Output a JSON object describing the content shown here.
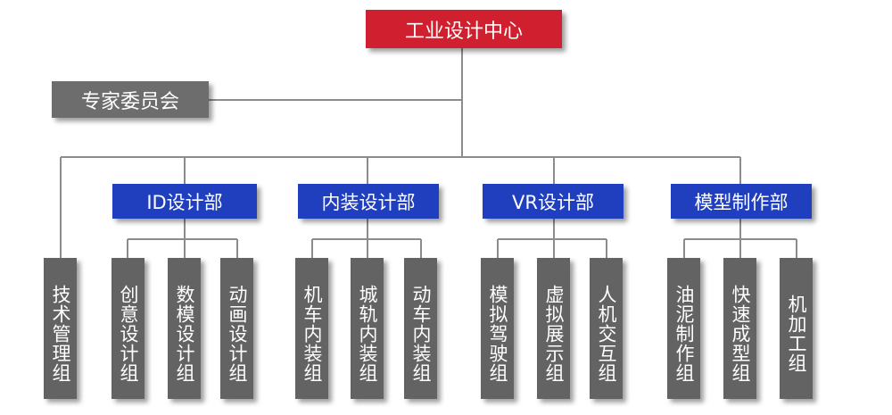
{
  "center": "工业设计中心",
  "committee": "专家委员会",
  "tech_group": "技术管理组",
  "departments": [
    {
      "name": "ID设计部",
      "groups": [
        "创意设计组",
        "数模设计组",
        "动画设计组"
      ]
    },
    {
      "name": "内装设计部",
      "groups": [
        "机车内装组",
        "城轨内装组",
        "动车内装组"
      ]
    },
    {
      "name": "VR设计部",
      "groups": [
        "模拟驾驶组",
        "虚拟展示组",
        "人机交互组"
      ]
    },
    {
      "name": "模型制作部",
      "groups": [
        "油泥制作组",
        "快速成型组",
        "机加工组"
      ]
    }
  ],
  "colors": {
    "center": "#d01f2e",
    "committee": "#6d6d6d",
    "department": "#1f3fbf",
    "group": "#636363",
    "line": "#8c8c8c"
  }
}
